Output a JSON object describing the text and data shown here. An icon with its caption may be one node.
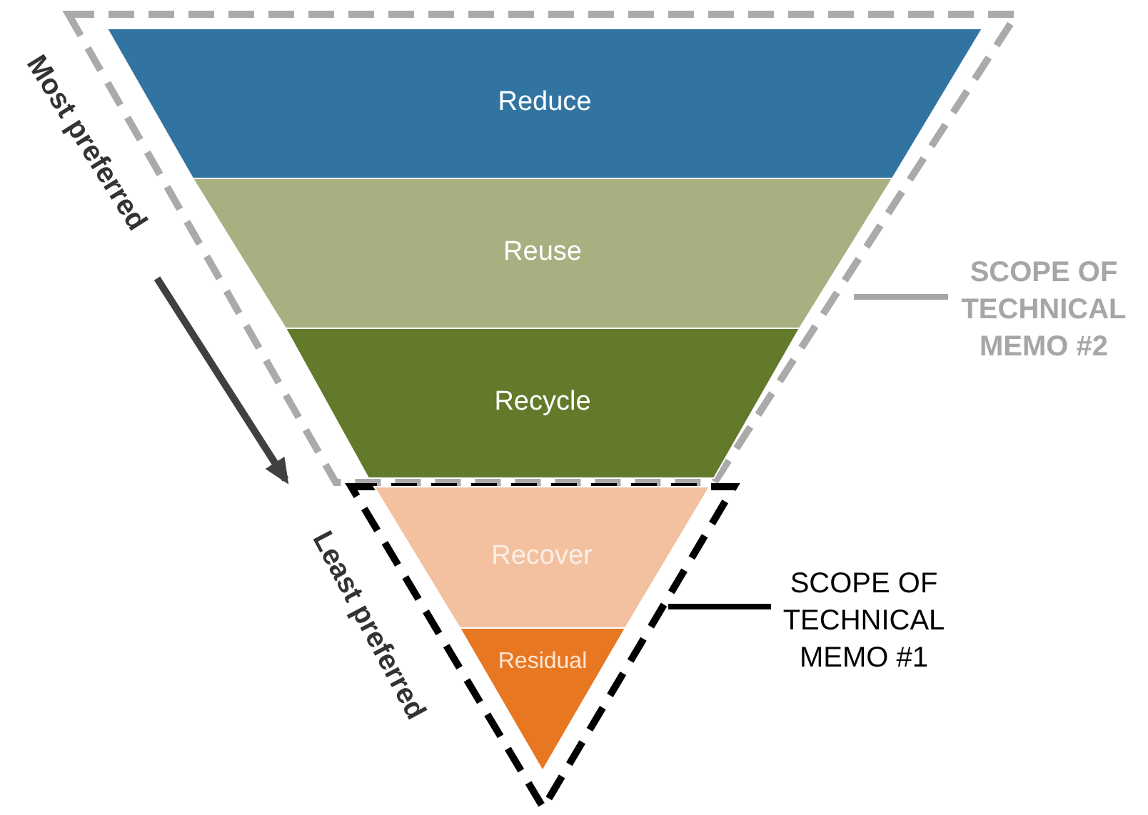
{
  "diagram": {
    "nodes": [
      {
        "text": [],
        "shape": "trapezoid"
      },
      {
        "text": [
          "Reduce"
        ],
        "in": 0
      },
      {
        "text": [
          "Reuse"
        ],
        "in": 0
      },
      {
        "text": [
          "Recycle"
        ],
        "in": 0
      },
      {
        "text": [],
        "shape": "triangle"
      },
      {
        "text": [
          "Recover"
        ],
        "in": 4
      },
      {
        "text": [
          "Residual"
        ],
        "in": 4
      },
      {
        "text": [
          "SCOPE OF TECHNICAL MEMO #2"
        ]
      },
      {
        "text": [
          "SCOPE OF TECHNICAL MEMO #1"
        ]
      }
    ],
    "edges": [
      {
        "from": 7,
        "to": 0,
        "arrow": "none",
        "color": "#a6a6a6"
      },
      {
        "from": 8,
        "to": 4,
        "arrow": "none",
        "color": "#000000"
      }
    ],
    "labels": [
      "Most preferred",
      "Least preferred"
    ]
  }
}
